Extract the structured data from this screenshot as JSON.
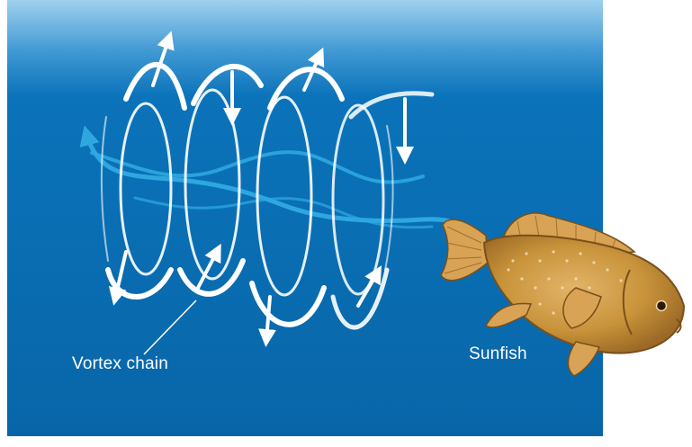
{
  "labels": {
    "vortex_chain": "Vortex chain",
    "fish": "Sunfish"
  },
  "colors": {
    "water_top": "#8ec3e6",
    "water_main": "#0a6fb6",
    "water_bottom": "#075f9e",
    "wake_stream": "#2ea7e0",
    "vortex_arrows": "#ffffff",
    "fish_body": "#c8933a",
    "fish_fins": "#d8a354",
    "fish_outline": "#7a4f1a"
  },
  "icons": {
    "vortex": "vortex-loop-arrows",
    "fish": "sunfish-illustration"
  }
}
